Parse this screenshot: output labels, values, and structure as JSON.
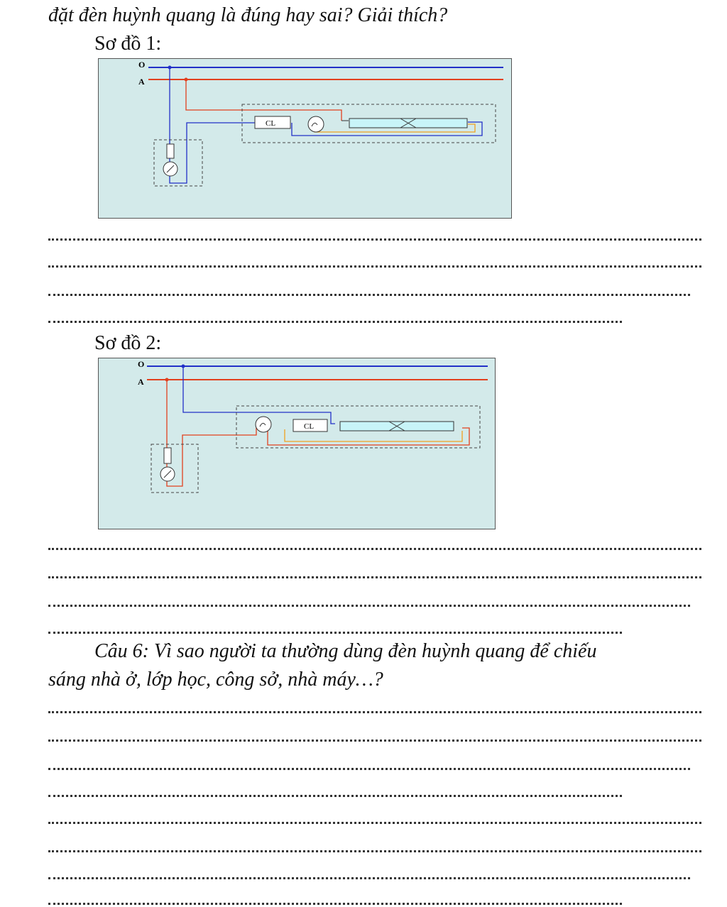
{
  "intro_line": "đặt đèn huỳnh quang là đúng hay sai? Giải thích?",
  "diagram1": {
    "label": "Sơ đồ 1:",
    "wire_o": "O",
    "wire_a": "A",
    "ballast": "CL",
    "colors": {
      "neutral": "#2230c8",
      "phase": "#e2401e",
      "return": "#f0a020",
      "tube": "#c8f4f8",
      "background": "#d3eaea"
    }
  },
  "diagram2": {
    "label": "Sơ đồ 2:",
    "wire_o": "O",
    "wire_a": "A",
    "ballast": "CL"
  },
  "question6": {
    "line1": "Câu 6: Vì sao người ta thường dùng đèn huỳnh quang để chiếu",
    "line2": "sáng nhà ở, lớp học, công sở, nhà máy…?"
  }
}
